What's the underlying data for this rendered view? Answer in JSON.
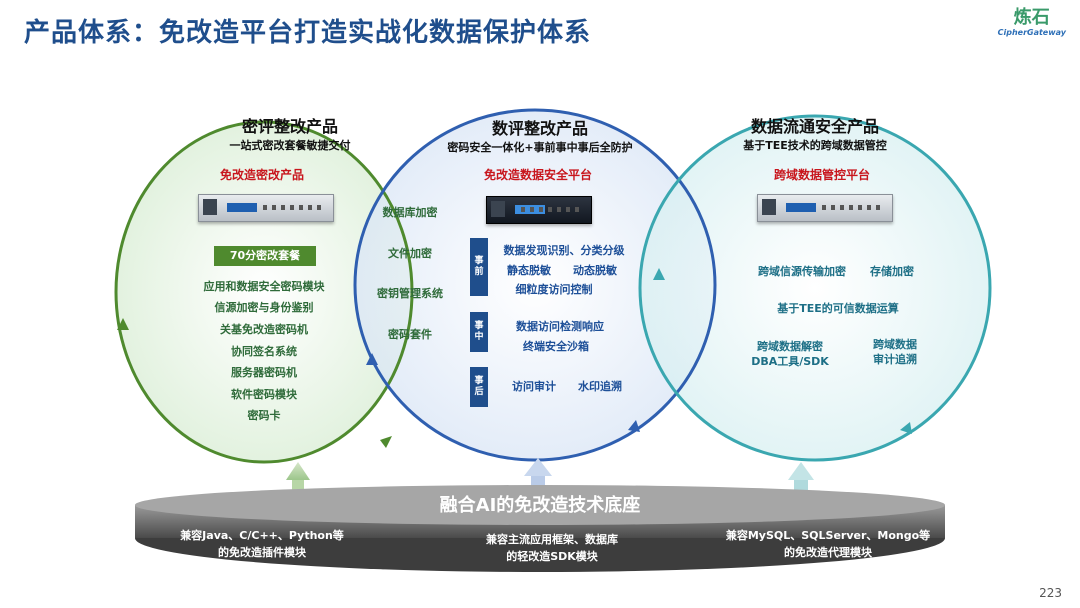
{
  "title": "产品体系：免改造平台打造实战化数据保护体系",
  "logo": {
    "cn": "炼石",
    "en": "CipherGateway"
  },
  "left": {
    "title": "密评整改产品",
    "subtitle": "一站式密改套餐敏捷交付",
    "red": "免改造密改产品",
    "badge": "70分密改套餐",
    "items": [
      "应用和数据安全密码模块",
      "信源加密与身份鉴别",
      "关基免改造密码机",
      "协同签名系统",
      "服务器密码机",
      "软件密码模块",
      "密码卡"
    ]
  },
  "overlap_left": {
    "items": [
      "数据库加密",
      "文件加密",
      "密钥管理系统",
      "密码套件"
    ]
  },
  "center": {
    "title": "数评整改产品",
    "subtitle": "密码安全一体化+事前事中事后全防护",
    "red": "免改造数据安全平台",
    "before": {
      "tag": [
        "事",
        "前"
      ],
      "lines": [
        "数据发现识别、分类分级",
        "静态脱敏　　动态脱敏",
        "细粒度访问控制"
      ]
    },
    "during": {
      "tag": [
        "事",
        "中"
      ],
      "lines": [
        "数据访问检测响应",
        "终端安全沙箱"
      ]
    },
    "after": {
      "tag": [
        "事",
        "后"
      ],
      "lines": [
        "访问审计　　水印追溯"
      ]
    }
  },
  "right": {
    "title": "数据流通安全产品",
    "subtitle": "基于TEE技术的跨域数据管控",
    "red": "跨域数据管控平台",
    "items": [
      "跨域信源传输加密",
      "存储加密",
      "基于TEE的可信数据运算",
      "跨域数据解密",
      "DBA工具/SDK",
      "跨域数据",
      "审计追溯"
    ]
  },
  "base": {
    "title": "融合AI的免改造技术底座",
    "col1": [
      "兼容Java、C/C++、Python等",
      "的免改造插件模块"
    ],
    "col2": [
      "兼容主流应用框架、数据库",
      "的轻改造SDK模块"
    ],
    "col3": [
      "兼容MySQL、SQLServer、Mongo等",
      "的免改造代理模块"
    ]
  },
  "page_number": "223",
  "colors": {
    "title": "#1f4e8c",
    "green": "#4f8a2e",
    "blue": "#2f5fb0",
    "teal": "#3aa7b0",
    "red": "#c8161d"
  }
}
